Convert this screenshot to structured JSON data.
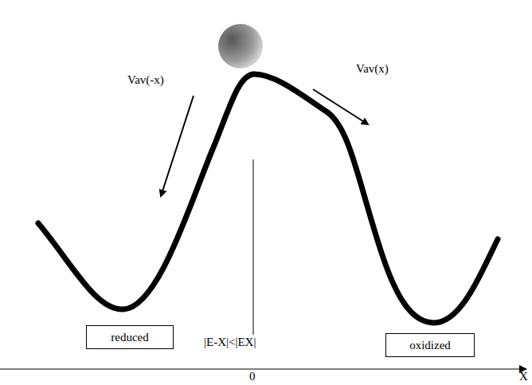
{
  "diagram": {
    "nodes": [
      {
        "text": [
          "reduced"
        ]
      },
      {
        "text": [
          "oxidized"
        ]
      }
    ],
    "labels": [
      "Vav(-x)",
      "Vav(x)",
      "|E-X|<|EX|",
      "0",
      "X"
    ]
  }
}
